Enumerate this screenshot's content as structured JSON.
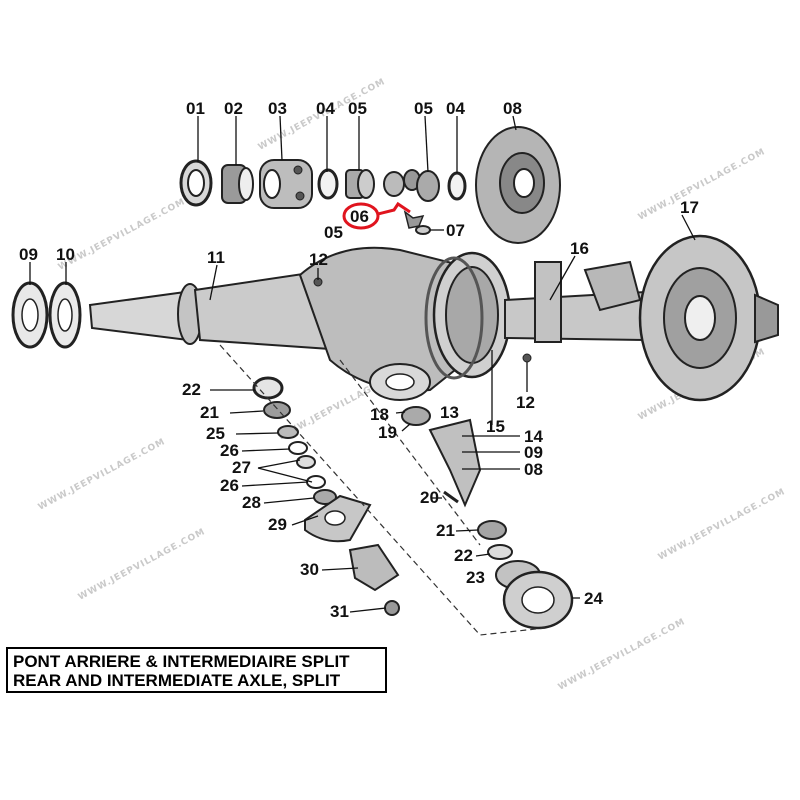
{
  "watermark": "WWW.JEEPVILLAGE.COM",
  "highlight_color": "#e0141e",
  "caption": {
    "line1": "PONT ARRIERE & INTERMEDIAIRE SPLIT",
    "line2": "REAR AND INTERMEDIATE AXLE, SPLIT"
  },
  "parts": {
    "p01": "01",
    "p02": "02",
    "p03": "03",
    "p04a": "04",
    "p05a": "05",
    "p05b": "05",
    "p04b": "04",
    "p08a": "08",
    "p06": "06",
    "p05c": "05",
    "p07": "07",
    "p17": "17",
    "p09a": "09",
    "p10": "10",
    "p11": "11",
    "p12a": "12",
    "p16": "16",
    "p12b": "12",
    "p18": "18",
    "p13": "13",
    "p19": "19",
    "p15": "15",
    "p14": "14",
    "p09b": "09",
    "p08b": "08",
    "p22a": "22",
    "p21a": "21",
    "p25": "25",
    "p26a": "26",
    "p27": "27",
    "p26b": "26",
    "p28": "28",
    "p29": "29",
    "p30": "30",
    "p31": "31",
    "p20": "20",
    "p21b": "21",
    "p22b": "22",
    "p23": "23",
    "p24": "24"
  }
}
